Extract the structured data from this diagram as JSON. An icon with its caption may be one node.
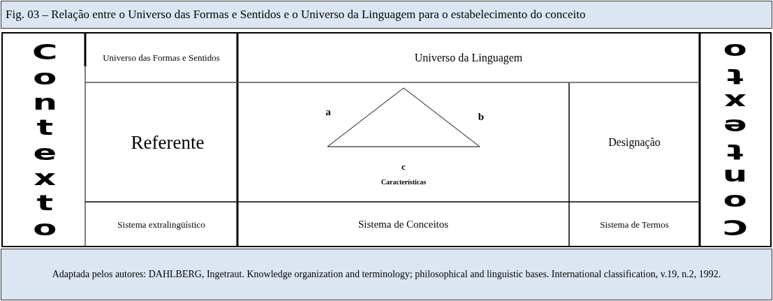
{
  "diagram": {
    "title": "Fig. 03 – Relação entre o Universo das Formas e Sentidos e o Universo da Linguagem para o estabelecimento do conceito",
    "caption": "Adaptada pelos autores: DAHLBERG, Ingetraut. Knowledge organization and terminology; philosophical and linguistic bases. International classification, v.19, n.2, 1992.",
    "labels": [
      "Contexto",
      "Universo das Formas e Sentidos",
      "Universo da Linguagem",
      "Contexto",
      "Referente",
      "a",
      "b",
      "Designação",
      "c",
      "Características",
      "Sistema extralingüístico",
      "Sistema de Conceitos",
      "Sistema de Termos"
    ]
  }
}
